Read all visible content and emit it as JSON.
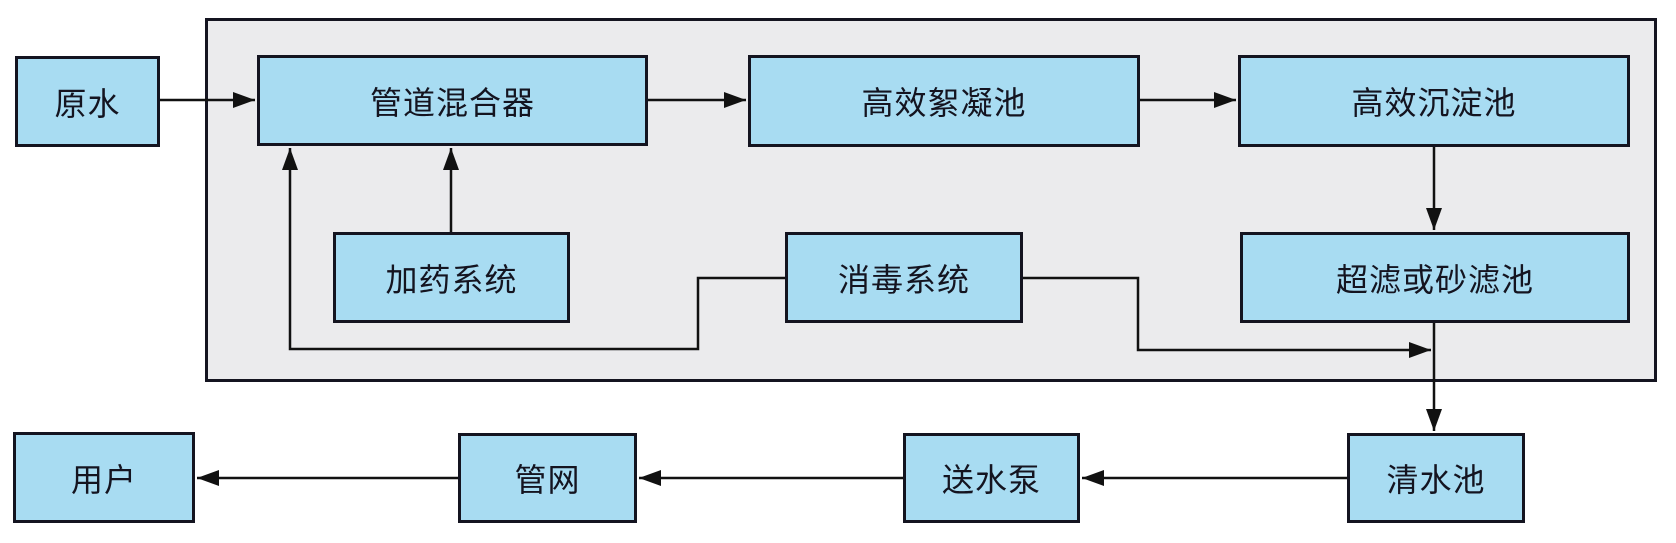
{
  "diagram": {
    "type": "flowchart",
    "description": "Water treatment process flow diagram",
    "colors": {
      "node_fill": "#a8dcf2",
      "node_border": "#141420",
      "container_fill": "#ebebed",
      "line": "#111111",
      "background": "#ffffff"
    },
    "nodes": {
      "raw_water": {
        "label": "原水"
      },
      "pipe_mixer": {
        "label": "管道混合器"
      },
      "flocculation": {
        "label": "高效絮凝池"
      },
      "sedimentation": {
        "label": "高效沉淀池"
      },
      "dosing": {
        "label": "加药系统"
      },
      "disinfection": {
        "label": "消毒系统"
      },
      "filter": {
        "label": "超滤或砂滤池"
      },
      "clear_water": {
        "label": "清水池"
      },
      "pump": {
        "label": "送水泵"
      },
      "pipe_network": {
        "label": "管网"
      },
      "user": {
        "label": "用户"
      }
    },
    "edges": [
      {
        "from": "raw_water",
        "to": "pipe_mixer",
        "direction": "right"
      },
      {
        "from": "pipe_mixer",
        "to": "flocculation",
        "direction": "right"
      },
      {
        "from": "flocculation",
        "to": "sedimentation",
        "direction": "right"
      },
      {
        "from": "sedimentation",
        "to": "filter",
        "direction": "down"
      },
      {
        "from": "dosing",
        "to": "pipe_mixer",
        "direction": "up"
      },
      {
        "from": "disinfection",
        "to": "pipe_mixer",
        "direction": "left-then-up"
      },
      {
        "from": "disinfection",
        "to": "filter_outlet_line",
        "direction": "right"
      },
      {
        "from": "filter",
        "to": "clear_water",
        "direction": "down"
      },
      {
        "from": "clear_water",
        "to": "pump",
        "direction": "left"
      },
      {
        "from": "pump",
        "to": "pipe_network",
        "direction": "left"
      },
      {
        "from": "pipe_network",
        "to": "user",
        "direction": "left"
      }
    ]
  }
}
